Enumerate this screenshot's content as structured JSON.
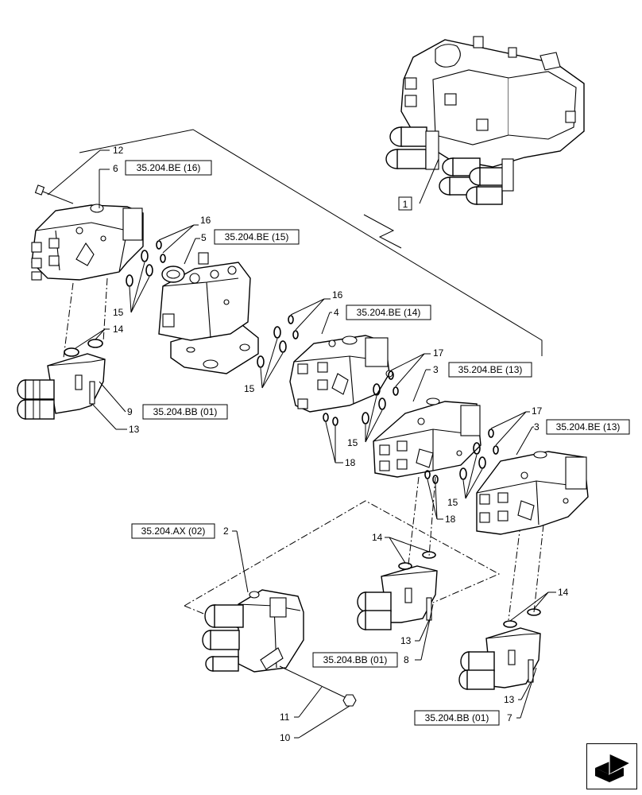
{
  "callouts": {
    "c1": "1",
    "c2": "2",
    "c3a": "3",
    "c3b": "3",
    "c4": "4",
    "c5": "5",
    "c6": "6",
    "c7": "7",
    "c8": "8",
    "c9": "9",
    "c10": "10",
    "c11": "11",
    "c12": "12",
    "c13a": "13",
    "c13b": "13",
    "c13c": "13",
    "c14a": "14",
    "c14b": "14",
    "c14c": "14",
    "c15a": "15",
    "c15b": "15",
    "c15c": "15",
    "c15d": "15",
    "c16a": "16",
    "c16b": "16",
    "c17a": "17",
    "c17b": "17",
    "c18a": "18",
    "c18b": "18"
  },
  "references": {
    "ref_6": "35.204.BE (16)",
    "ref_5": "35.204.BE (15)",
    "ref_4": "35.204.BE (14)",
    "ref_3a": "35.204.BE (13)",
    "ref_3b": "35.204.BE (13)",
    "ref_9": "35.204.BB (01)",
    "ref_2": "35.204.AX (02)",
    "ref_8": "35.204.BB (01)",
    "ref_7": "35.204.BB (01)"
  },
  "icons": {
    "nav": "next-page-arrow-icon"
  }
}
